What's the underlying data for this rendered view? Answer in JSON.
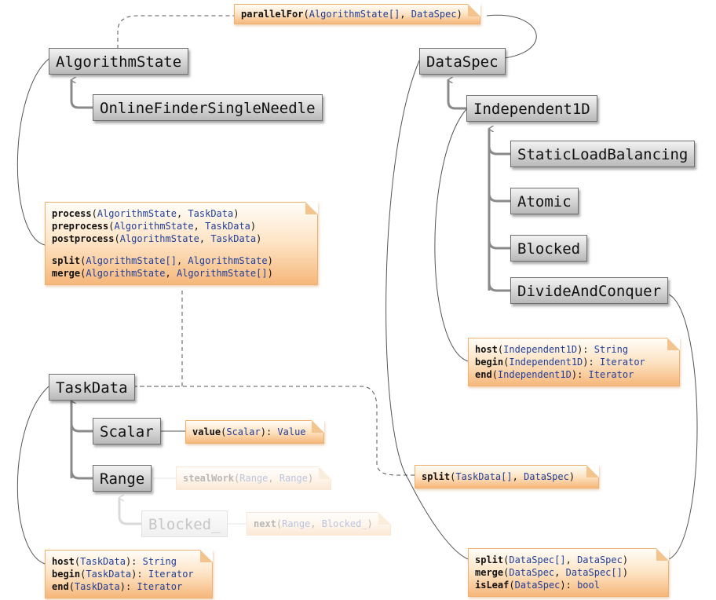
{
  "classes": {
    "algorithm_state": "AlgorithmState",
    "online_finder": "OnlineFinderSingleNeedle",
    "data_spec": "DataSpec",
    "independent_1d": "Independent1D",
    "static_load_balancing": "StaticLoadBalancing",
    "atomic": "Atomic",
    "blocked": "Blocked",
    "divide_and_conquer": "DivideAndConquer",
    "task_data": "TaskData",
    "scalar": "Scalar",
    "range": "Range",
    "blocked_underscore": "Blocked_"
  },
  "notes": {
    "parallel_for": [
      {
        "method": "parallelFor",
        "open": "(",
        "args": [
          "AlgorithmState[]",
          "DataSpec"
        ],
        "close": ")"
      }
    ],
    "algorithm_methods": [
      {
        "method": "process",
        "open": "(",
        "args": [
          "AlgorithmState",
          "TaskData"
        ],
        "close": ")"
      },
      {
        "method": "preprocess",
        "open": "(",
        "args": [
          "AlgorithmState",
          "TaskData"
        ],
        "close": ")"
      },
      {
        "method": "postprocess",
        "open": "(",
        "args": [
          "AlgorithmState",
          "TaskData"
        ],
        "close": ")"
      },
      {
        "method": "split",
        "open": "(",
        "args": [
          "AlgorithmState[]",
          "AlgorithmState"
        ],
        "close": ")",
        "gap_before": true
      },
      {
        "method": "merge",
        "open": "(",
        "args": [
          "AlgorithmState",
          "AlgorithmState[]"
        ],
        "close": ")"
      }
    ],
    "independent_methods": [
      {
        "method": "host",
        "open": "(",
        "args": [
          "Independent1D"
        ],
        "close": "): ",
        "ret": "String"
      },
      {
        "method": "begin",
        "open": "(",
        "args": [
          "Independent1D"
        ],
        "close": "): ",
        "ret": "Iterator"
      },
      {
        "method": "end",
        "open": "(",
        "args": [
          "Independent1D"
        ],
        "close": "): ",
        "ret": "Iterator"
      }
    ],
    "scalar_value": [
      {
        "method": "value",
        "open": "(",
        "args": [
          "Scalar"
        ],
        "close": "): ",
        "ret": "Value"
      }
    ],
    "steal_work": [
      {
        "method": "stealWork",
        "open": "(",
        "args": [
          "Range",
          "Range"
        ],
        "close": ")"
      }
    ],
    "split_taskdata": [
      {
        "method": "split",
        "open": "(",
        "args": [
          "TaskData[]",
          "DataSpec"
        ],
        "close": ")"
      }
    ],
    "next_blocked": [
      {
        "method": "next",
        "open": "(",
        "args": [
          "Range",
          "Blocked_"
        ],
        "close": ")"
      }
    ],
    "taskdata_methods": [
      {
        "method": "host",
        "open": "(",
        "args": [
          "TaskData"
        ],
        "close": "): ",
        "ret": "String"
      },
      {
        "method": "begin",
        "open": "(",
        "args": [
          "TaskData"
        ],
        "close": "): ",
        "ret": "Iterator"
      },
      {
        "method": "end",
        "open": "(",
        "args": [
          "TaskData"
        ],
        "close": "): ",
        "ret": "Iterator"
      }
    ],
    "dataspec_methods": [
      {
        "method": "split",
        "open": "(",
        "args": [
          "DataSpec[]",
          "DataSpec"
        ],
        "close": ")"
      },
      {
        "method": "merge",
        "open": "(",
        "args": [
          "DataSpec",
          "DataSpec[]"
        ],
        "close": ")"
      },
      {
        "method": "isLeaf",
        "open": "(",
        "args": [
          "DataSpec"
        ],
        "close": "): ",
        "ret": "bool"
      }
    ]
  },
  "colors": {
    "type_text": "#1f3f9a",
    "note_border": "#eeb170",
    "class_border": "#6f6f6f",
    "connector": "#555555",
    "inherit_arrow": "#8a8a8a"
  }
}
